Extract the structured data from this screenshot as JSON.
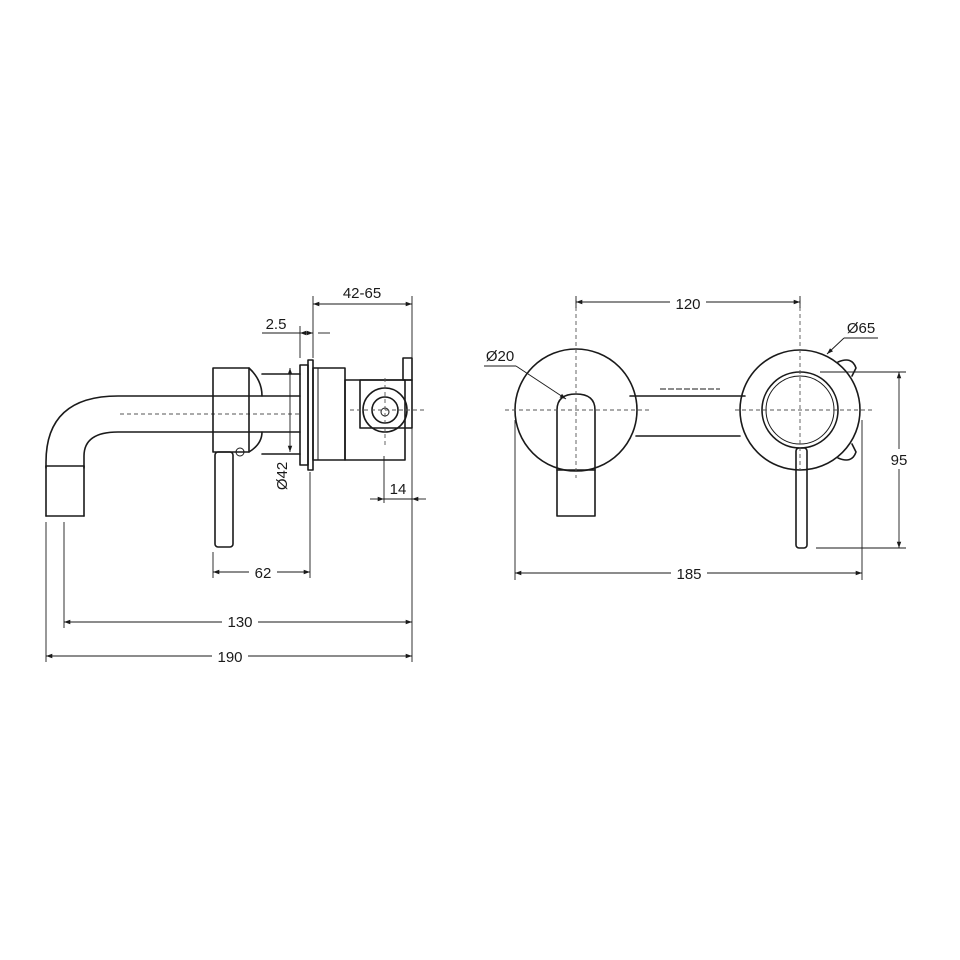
{
  "dimensions": {
    "side_view": {
      "rough_in_depth": "42-65",
      "plate_thickness": "2.5",
      "flange_diameter": "Ø42",
      "inlet_offset": "14",
      "handle_offset": "62",
      "spout_projection": "130",
      "overall_depth": "190"
    },
    "front_view": {
      "centers": "120",
      "spout_diameter": "Ø20",
      "plate_diameter": "Ø65",
      "handle_height": "95",
      "overall_width": "185"
    }
  }
}
